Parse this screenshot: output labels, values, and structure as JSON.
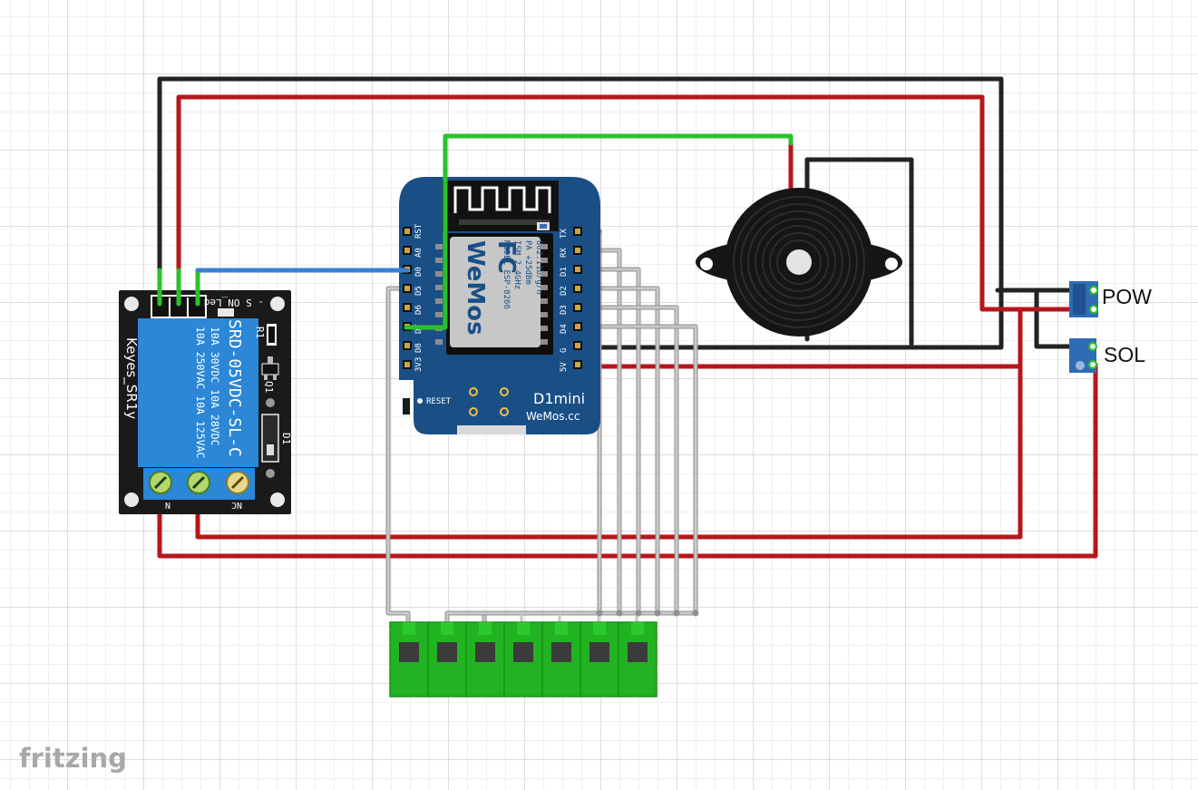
{
  "app": {
    "brand": "fritzing"
  },
  "relay": {
    "name": "Keyes_SR1y",
    "model": "SRD-05VDC-SL-C",
    "rating1": "10A 250VAC  10A 125VAC",
    "rating2": "10A  30VDC  10A  28VDC",
    "header_labels": "-    S ON_Led",
    "r1": "R1",
    "q1": "Q1",
    "d1": "D1",
    "term_no": "N",
    "term_nc": "NC"
  },
  "board": {
    "left_pins": [
      "RST",
      "A0",
      "D0",
      "D5",
      "D6",
      "D7",
      "D8",
      "3V3"
    ],
    "right_pins": [
      "TX",
      "RX",
      "D1",
      "D2",
      "D3",
      "D4",
      "G",
      "5V"
    ],
    "module_lines": [
      "MODEL  ESP-8266",
      "ISM 2.4GHz",
      "PA +25dBm",
      "802.11b/g/n"
    ],
    "module_brand": "WeMos",
    "fcc": "FC",
    "reset": "RESET",
    "title": "D1mini",
    "url": "WeMos.cc"
  },
  "connectors": [
    {
      "id": "pow",
      "label": "POW"
    },
    {
      "id": "sol",
      "label": "SOL"
    }
  ],
  "terminal_block": {
    "positions": 7
  },
  "colors": {
    "wire_black": "#232323",
    "wire_red": "#b5161c",
    "wire_green": "#2bc12b",
    "wire_blue": "#3a7fd1",
    "wire_gray": "#c8c8c8",
    "board_blue": "#1a4f86",
    "relay_blue": "#2c87d6",
    "terminal_green": "#21b321",
    "connector_blue": "#2d6db3"
  }
}
